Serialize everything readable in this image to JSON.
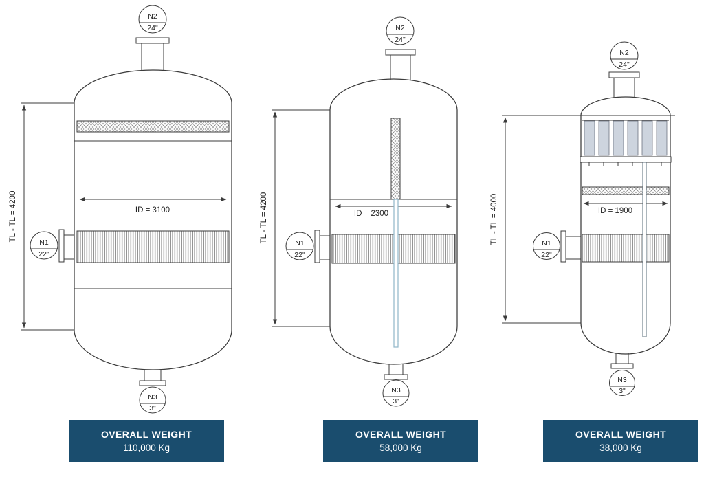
{
  "colors": {
    "weight_box_bg": "#1a4d6e",
    "line": "#3b3b3b",
    "tube_accent": "#8fb6c9",
    "cyclone_fill": "#cdd4de"
  },
  "vessels": [
    {
      "n2_label": "N2",
      "n2_size": "24\"",
      "n1_label": "N1",
      "n1_size": "22\"",
      "n3_label": "N3",
      "n3_size": "3\"",
      "tl_dim": "TL - TL = 4200",
      "id_dim": "ID = 3100",
      "weight_title": "OVERALL WEIGHT",
      "weight_value": "110,000 Kg"
    },
    {
      "n2_label": "N2",
      "n2_size": "24\"",
      "n1_label": "N1",
      "n1_size": "22\"",
      "n3_label": "N3",
      "n3_size": "3\"",
      "tl_dim": "TL - TL = 4200",
      "id_dim": "ID = 2300",
      "weight_title": "OVERALL WEIGHT",
      "weight_value": "58,000 Kg"
    },
    {
      "n2_label": "N2",
      "n2_size": "24\"",
      "n1_label": "N1",
      "n1_size": "22\"",
      "n3_label": "N3",
      "n3_size": "3\"",
      "tl_dim": "TL - TL = 4000",
      "id_dim": "ID = 1900",
      "weight_title": "OVERALL WEIGHT",
      "weight_value": "38,000 Kg"
    }
  ]
}
